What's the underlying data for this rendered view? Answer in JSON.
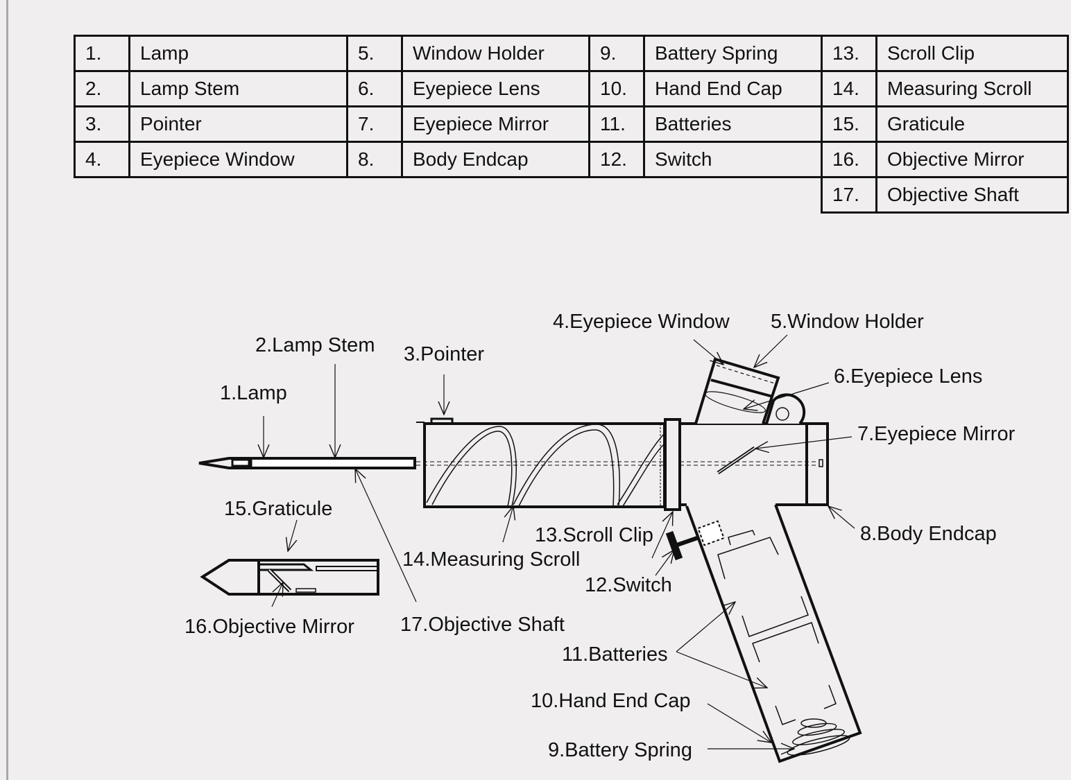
{
  "parts_table": [
    [
      {
        "n": "1.",
        "name": "Lamp"
      },
      {
        "n": "5.",
        "name": "Window Holder"
      },
      {
        "n": "9.",
        "name": "Battery Spring"
      },
      {
        "n": "13.",
        "name": "Scroll Clip"
      }
    ],
    [
      {
        "n": "2.",
        "name": "Lamp Stem"
      },
      {
        "n": "6.",
        "name": "Eyepiece Lens"
      },
      {
        "n": "10.",
        "name": "Hand End Cap"
      },
      {
        "n": "14.",
        "name": "Measuring Scroll"
      }
    ],
    [
      {
        "n": "3.",
        "name": "Pointer"
      },
      {
        "n": "7.",
        "name": "Eyepiece Mirror"
      },
      {
        "n": "11.",
        "name": "Batteries"
      },
      {
        "n": "15.",
        "name": "Graticule"
      }
    ],
    [
      {
        "n": "4.",
        "name": "Eyepiece Window"
      },
      {
        "n": "8.",
        "name": "Body Endcap"
      },
      {
        "n": "12.",
        "name": "Switch"
      },
      {
        "n": "16.",
        "name": "Objective Mirror"
      }
    ],
    [
      {
        "n": "17.",
        "name": "Objective Shaft"
      }
    ]
  ],
  "labels": {
    "lamp": "1.Lamp",
    "lamp_stem": "2.Lamp Stem",
    "pointer": "3.Pointer",
    "eyepiece_window": "4.Eyepiece Window",
    "window_holder": "5.Window Holder",
    "eyepiece_lens": "6.Eyepiece Lens",
    "eyepiece_mirror": "7.Eyepiece Mirror",
    "body_endcap": "8.Body Endcap",
    "battery_spring": "9.Battery Spring",
    "hand_end_cap": "10.Hand End Cap",
    "batteries": "11.Batteries",
    "switch": "12.Switch",
    "scroll_clip": "13.Scroll Clip",
    "measuring_scroll": "14.Measuring Scroll",
    "graticule": "15.Graticule",
    "objective_mirror": "16.Objective Mirror",
    "objective_shaft": "17.Objective Shaft"
  }
}
